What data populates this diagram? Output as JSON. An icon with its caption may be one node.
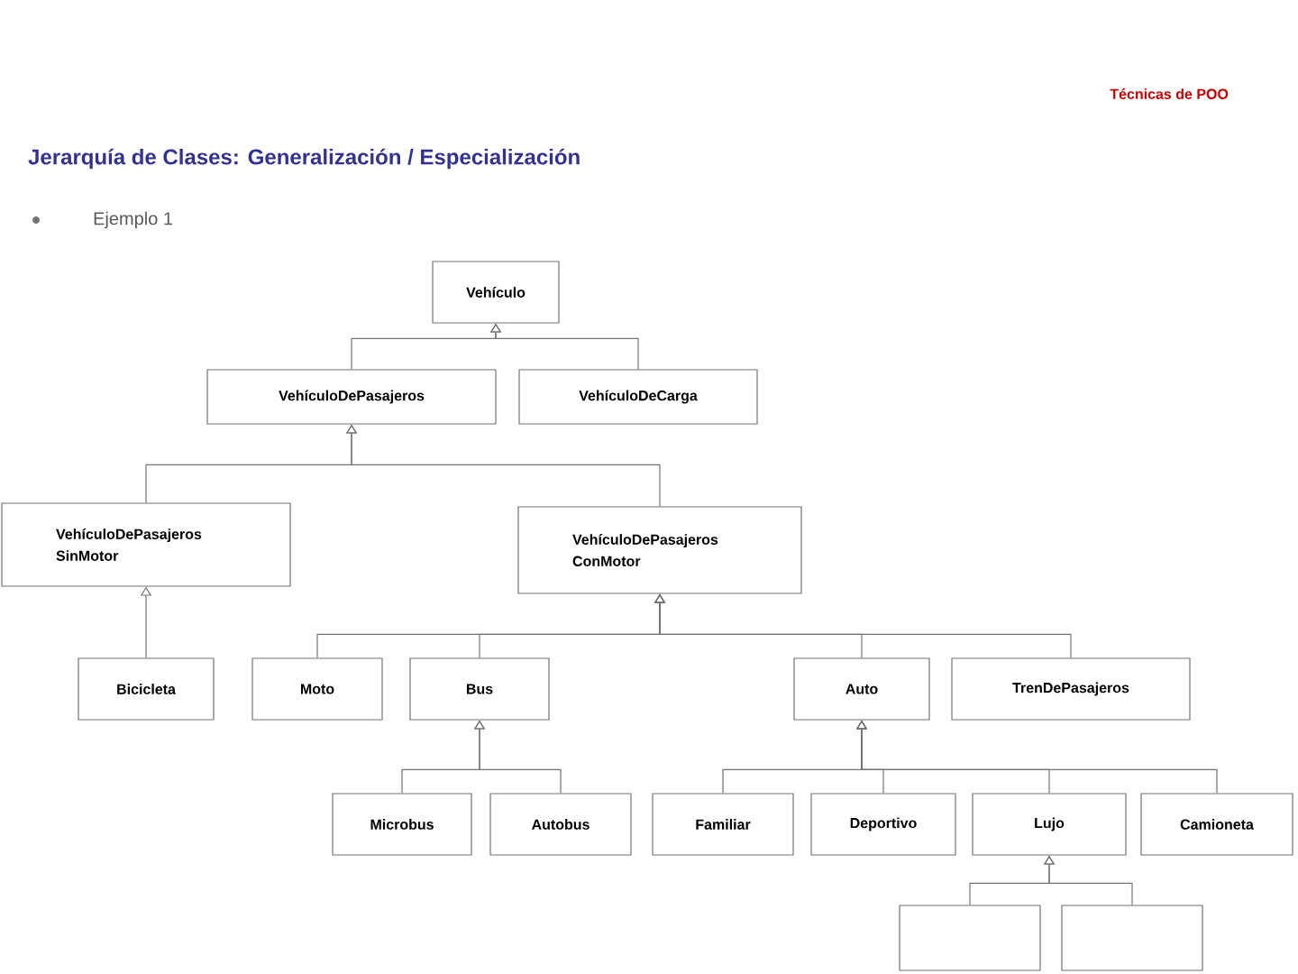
{
  "diagram": {
    "title": "Jerarquía de Clases: Generalización / Especialización",
    "nodes": [
      {
        "text": [
          "Vehículo"
        ]
      },
      {
        "text": [
          "VehículoDePasajeros"
        ]
      },
      {
        "text": [
          "VehículoDeCarga"
        ]
      },
      {
        "text": [
          "VehículoDePasajeros SinMotor"
        ]
      },
      {
        "text": [
          "VehículoDePasajeros ConMotor"
        ]
      },
      {
        "text": [
          "Bicicleta"
        ]
      },
      {
        "text": [
          "Moto"
        ]
      },
      {
        "text": [
          "Bus"
        ]
      },
      {
        "text": [
          "Auto"
        ]
      },
      {
        "text": [
          "TrenDePasajeros"
        ]
      },
      {
        "text": [
          "Microbus"
        ]
      },
      {
        "text": [
          "Autobus"
        ]
      },
      {
        "text": [
          "Familiar"
        ]
      },
      {
        "text": [
          "Deportivo"
        ]
      },
      {
        "text": [
          "Lujo"
        ]
      },
      {
        "text": [
          "Camioneta"
        ]
      },
      {
        "text": [],
        "shape": "box"
      },
      {
        "text": [],
        "shape": "box"
      }
    ],
    "edges": [
      {
        "from": 1,
        "to": 0,
        "arrow": "to"
      },
      {
        "from": 2,
        "to": 0,
        "arrow": "to"
      },
      {
        "from": 3,
        "to": 1,
        "arrow": "to"
      },
      {
        "from": 4,
        "to": 1,
        "arrow": "to"
      },
      {
        "from": 5,
        "to": 3,
        "arrow": "to"
      },
      {
        "from": 6,
        "to": 4,
        "arrow": "to"
      },
      {
        "from": 7,
        "to": 4,
        "arrow": "to"
      },
      {
        "from": 8,
        "to": 4,
        "arrow": "to"
      },
      {
        "from": 9,
        "to": 4,
        "arrow": "to"
      },
      {
        "from": 10,
        "to": 7,
        "arrow": "to"
      },
      {
        "from": 11,
        "to": 7,
        "arrow": "to"
      },
      {
        "from": 12,
        "to": 8,
        "arrow": "to"
      },
      {
        "from": 13,
        "to": 8,
        "arrow": "to"
      },
      {
        "from": 14,
        "to": 8,
        "arrow": "to"
      },
      {
        "from": 15,
        "to": 8,
        "arrow": "to"
      },
      {
        "from": 16,
        "to": 14,
        "arrow": "to"
      },
      {
        "from": 17,
        "to": 14,
        "arrow": "to"
      }
    ],
    "labels": [
      "Técnicas de POO",
      "Ejemplo 1"
    ]
  }
}
